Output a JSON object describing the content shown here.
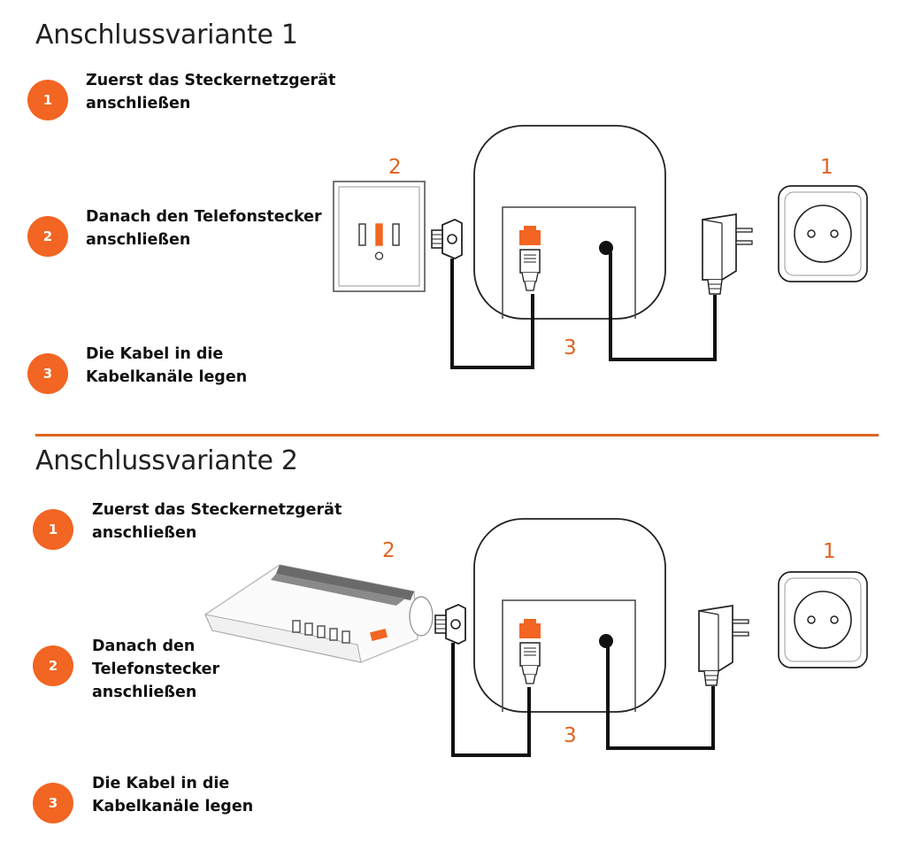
{
  "variant1": {
    "title": "Anschlussvariante 1",
    "steps": [
      {
        "number": "1",
        "text": "Zuerst das Steckernetzgerät\nanschließen"
      },
      {
        "number": "2",
        "text": "Danach den Telefonstecker\nanschließen"
      },
      {
        "number": "3",
        "text": "Die Kabel in die\nKabelkanäle legen"
      }
    ],
    "labels": {
      "wall_socket": "2",
      "power_socket": "1",
      "cables": "3"
    }
  },
  "variant2": {
    "title": "Anschlussvariante 2",
    "steps": [
      {
        "number": "1",
        "text": "Zuerst das Steckernetzgerät\nanschließen"
      },
      {
        "number": "2",
        "text": "Danach den\nTelefonstecker\nanschließen"
      },
      {
        "number": "3",
        "text": "Die Kabel in die\nKabelkanäle legen"
      }
    ],
    "labels": {
      "router": "2",
      "power_socket": "1",
      "cables": "3"
    }
  },
  "colors": {
    "accent": "#f26522",
    "divider": "#e0631f"
  }
}
